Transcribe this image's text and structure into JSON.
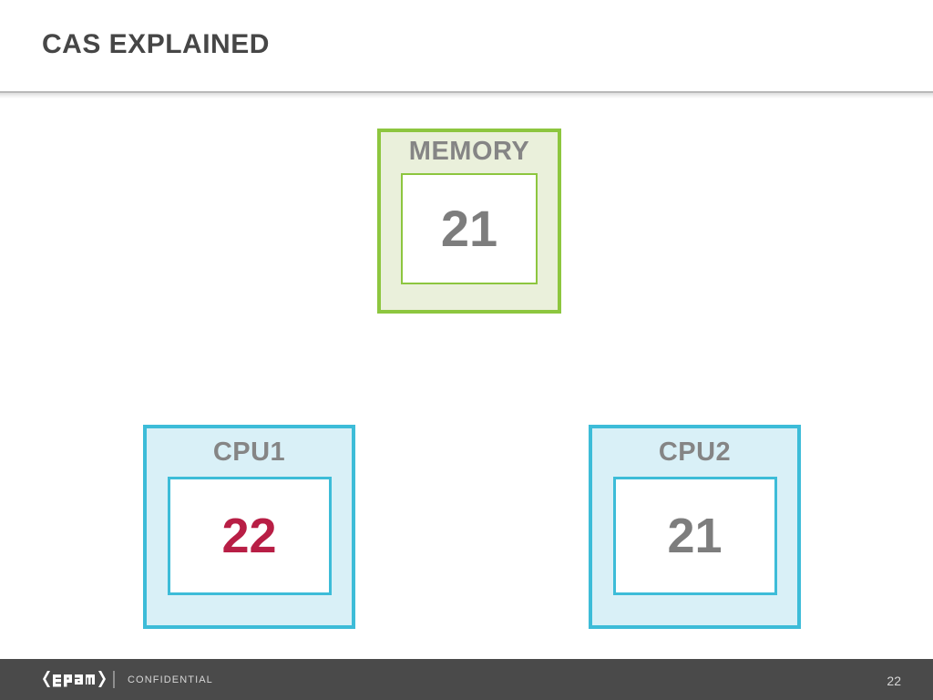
{
  "slide": {
    "title": "CAS EXPLAINED",
    "page_number": "22"
  },
  "diagram": {
    "memory": {
      "label": "MEMORY",
      "value": "21",
      "border_color": "#8dc63f",
      "fill_color": "#eaf0db",
      "value_color": "#7d7d7d"
    },
    "cpu1": {
      "label": "CPU1",
      "value": "22",
      "border_color": "#3dbcd8",
      "fill_color": "#d9f0f7",
      "value_color": "#b81e45"
    },
    "cpu2": {
      "label": "CPU2",
      "value": "21",
      "border_color": "#3dbcd8",
      "fill_color": "#d9f0f7",
      "value_color": "#7d7d7d"
    }
  },
  "footer": {
    "logo_text": "<epam>",
    "confidential_label": "CONFIDENTIAL",
    "background_color": "#4a4a4a",
    "text_color": "#d6d6d6"
  }
}
